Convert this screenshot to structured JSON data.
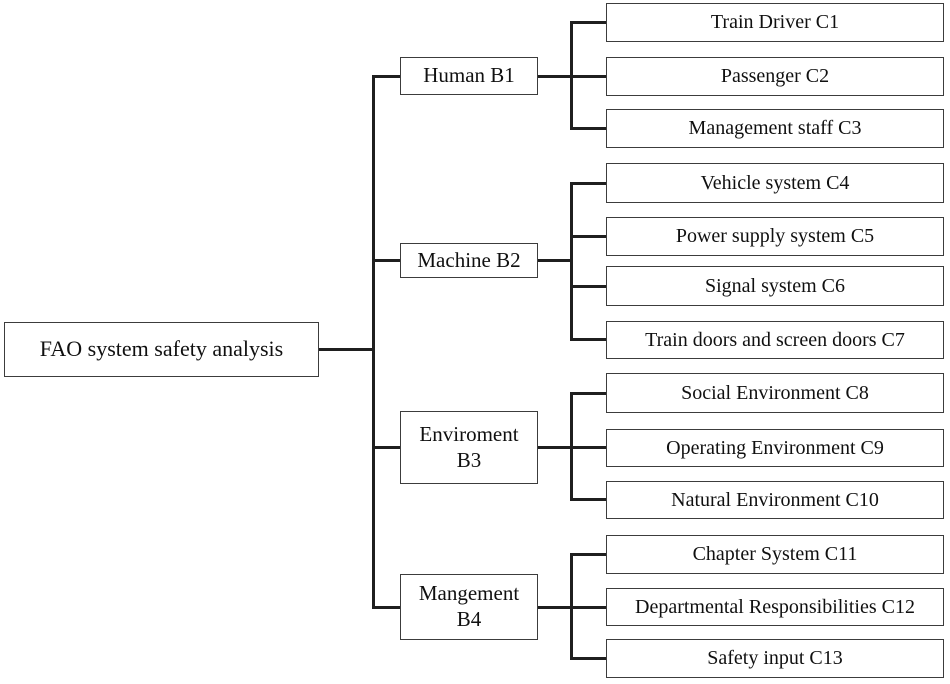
{
  "diagram": {
    "title_hint": "fault/factor tree",
    "root": {
      "label": "FAO system safety analysis"
    },
    "groups": [
      {
        "branch": {
          "label": "Human B1"
        },
        "children": [
          {
            "label": "Train Driver C1"
          },
          {
            "label": "Passenger C2"
          },
          {
            "label": "Management staff C3"
          }
        ]
      },
      {
        "branch": {
          "label": "Machine B2"
        },
        "children": [
          {
            "label": "Vehicle system C4"
          },
          {
            "label": "Power supply system C5"
          },
          {
            "label": "Signal system C6"
          },
          {
            "label": "Train doors and screen doors C7"
          }
        ]
      },
      {
        "branch": {
          "label": "Enviroment\nB3"
        },
        "children": [
          {
            "label": "Social Environment C8"
          },
          {
            "label": "Operating Environment C9"
          },
          {
            "label": "Natural Environment C10"
          }
        ]
      },
      {
        "branch": {
          "label": "Mangement\nB4"
        },
        "children": [
          {
            "label": "Chapter System C11"
          },
          {
            "label": "Departmental Responsibilities C12"
          },
          {
            "label": "Safety input C13"
          }
        ]
      }
    ],
    "colors": {
      "line": "#1f1f1f",
      "box_border": "#3c3c3c",
      "text": "#101010",
      "background": "#ffffff"
    }
  }
}
